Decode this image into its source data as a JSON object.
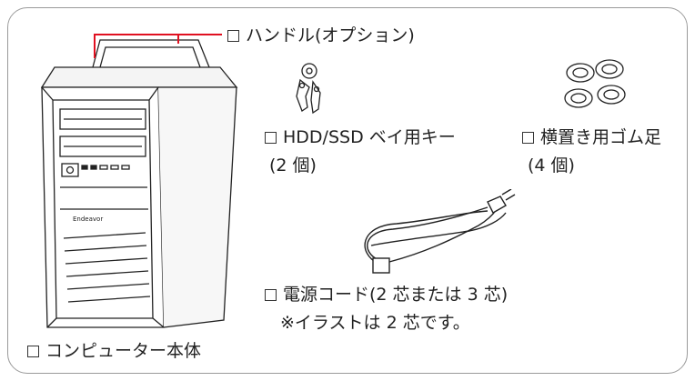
{
  "items": {
    "handle": {
      "label": "ハンドル(オプション)"
    },
    "keys": {
      "label": "HDD/SSD ベイ用キー",
      "count": "(2 個)"
    },
    "feet": {
      "label": "横置き用ゴム足",
      "count": "(4 個)"
    },
    "cord": {
      "label": "電源コード(2 芯または 3 芯)",
      "note": "※イラストは 2 芯です。"
    },
    "computer": {
      "label": "コンピューター本体",
      "brand": "Endeavor"
    }
  },
  "colors": {
    "leader_line": "#e01020",
    "frame": "#9a9a9a"
  }
}
